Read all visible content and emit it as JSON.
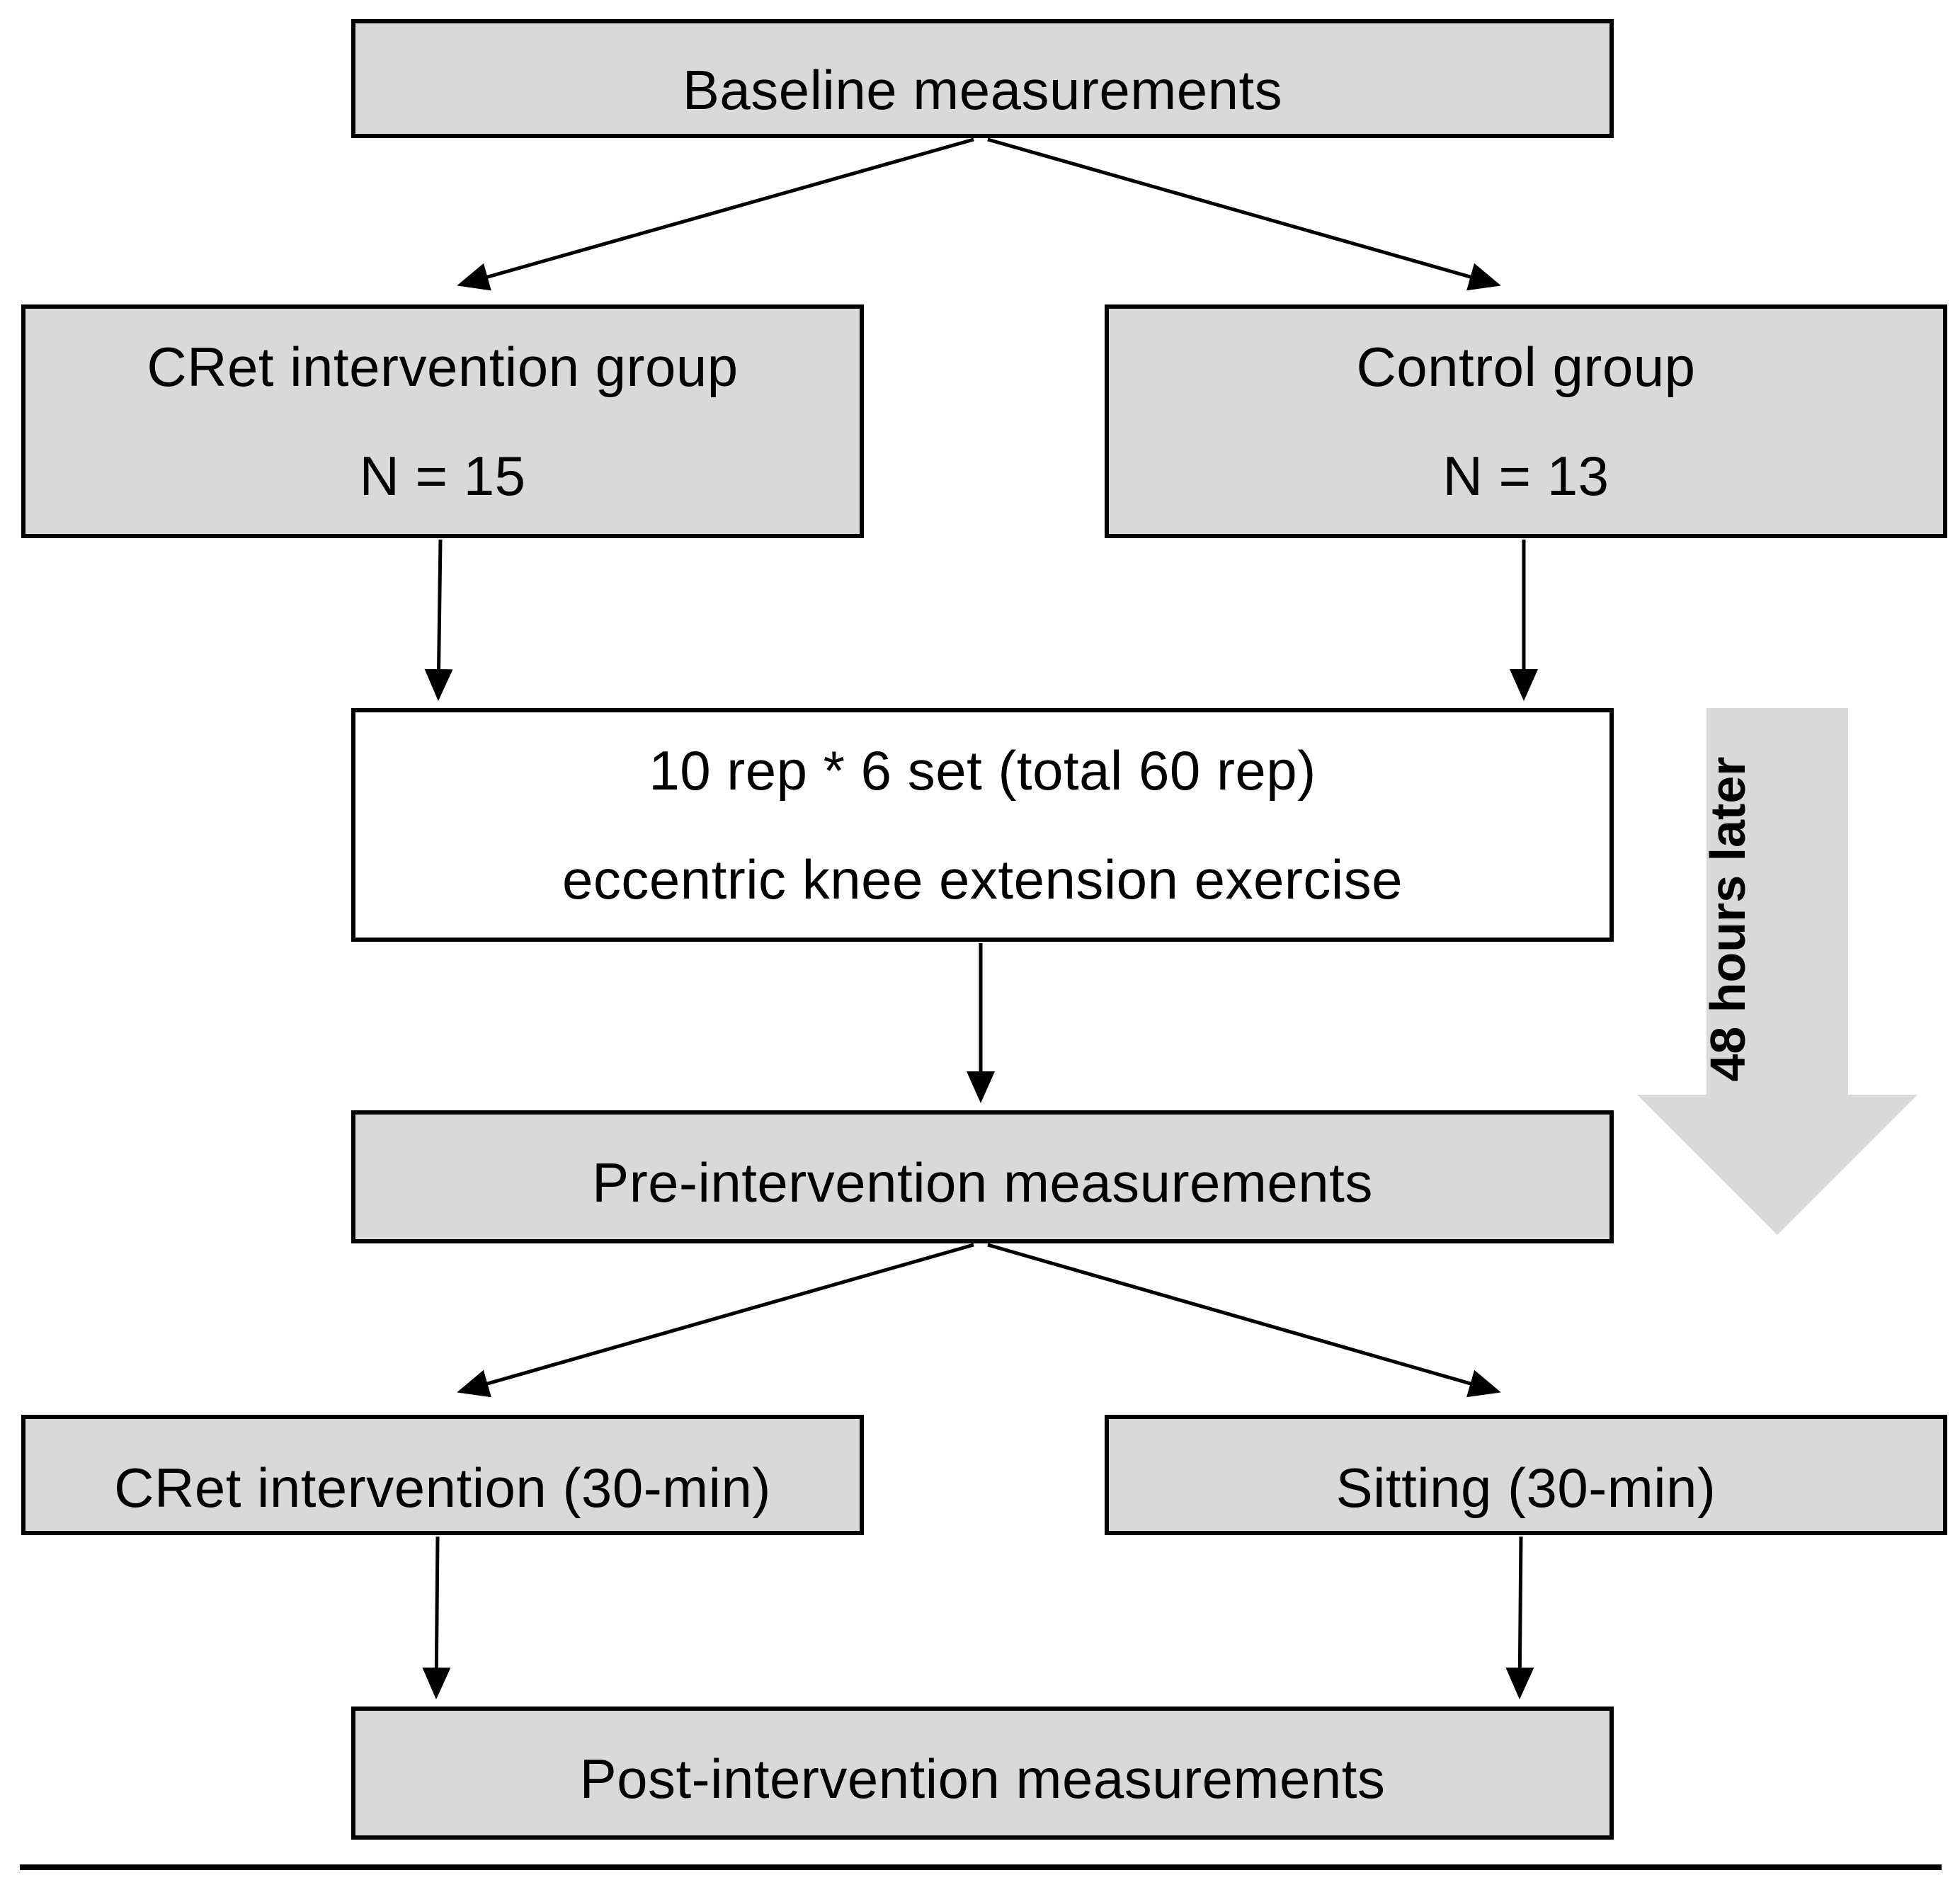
{
  "diagram": {
    "baseline": "Baseline measurements",
    "cret_group": {
      "title": "CRet intervention group",
      "n": "N = 15"
    },
    "control_group": {
      "title": "Control group",
      "n": "N = 13"
    },
    "exercise": {
      "line1": "10 rep * 6 set (total 60 rep)",
      "line2": "eccentric knee extension exercise"
    },
    "pre": "Pre-intervention measurements",
    "cret_intervention": "CRet intervention (30-min)",
    "sitting": "Sitting (30-min)",
    "post": "Post-intervention measurements",
    "time_arrow_label": "48 hours later"
  },
  "colors": {
    "box_fill": "#d9d9d9",
    "white_fill": "#ffffff",
    "stroke": "#000000",
    "time_arrow": "#d9d9d9"
  }
}
